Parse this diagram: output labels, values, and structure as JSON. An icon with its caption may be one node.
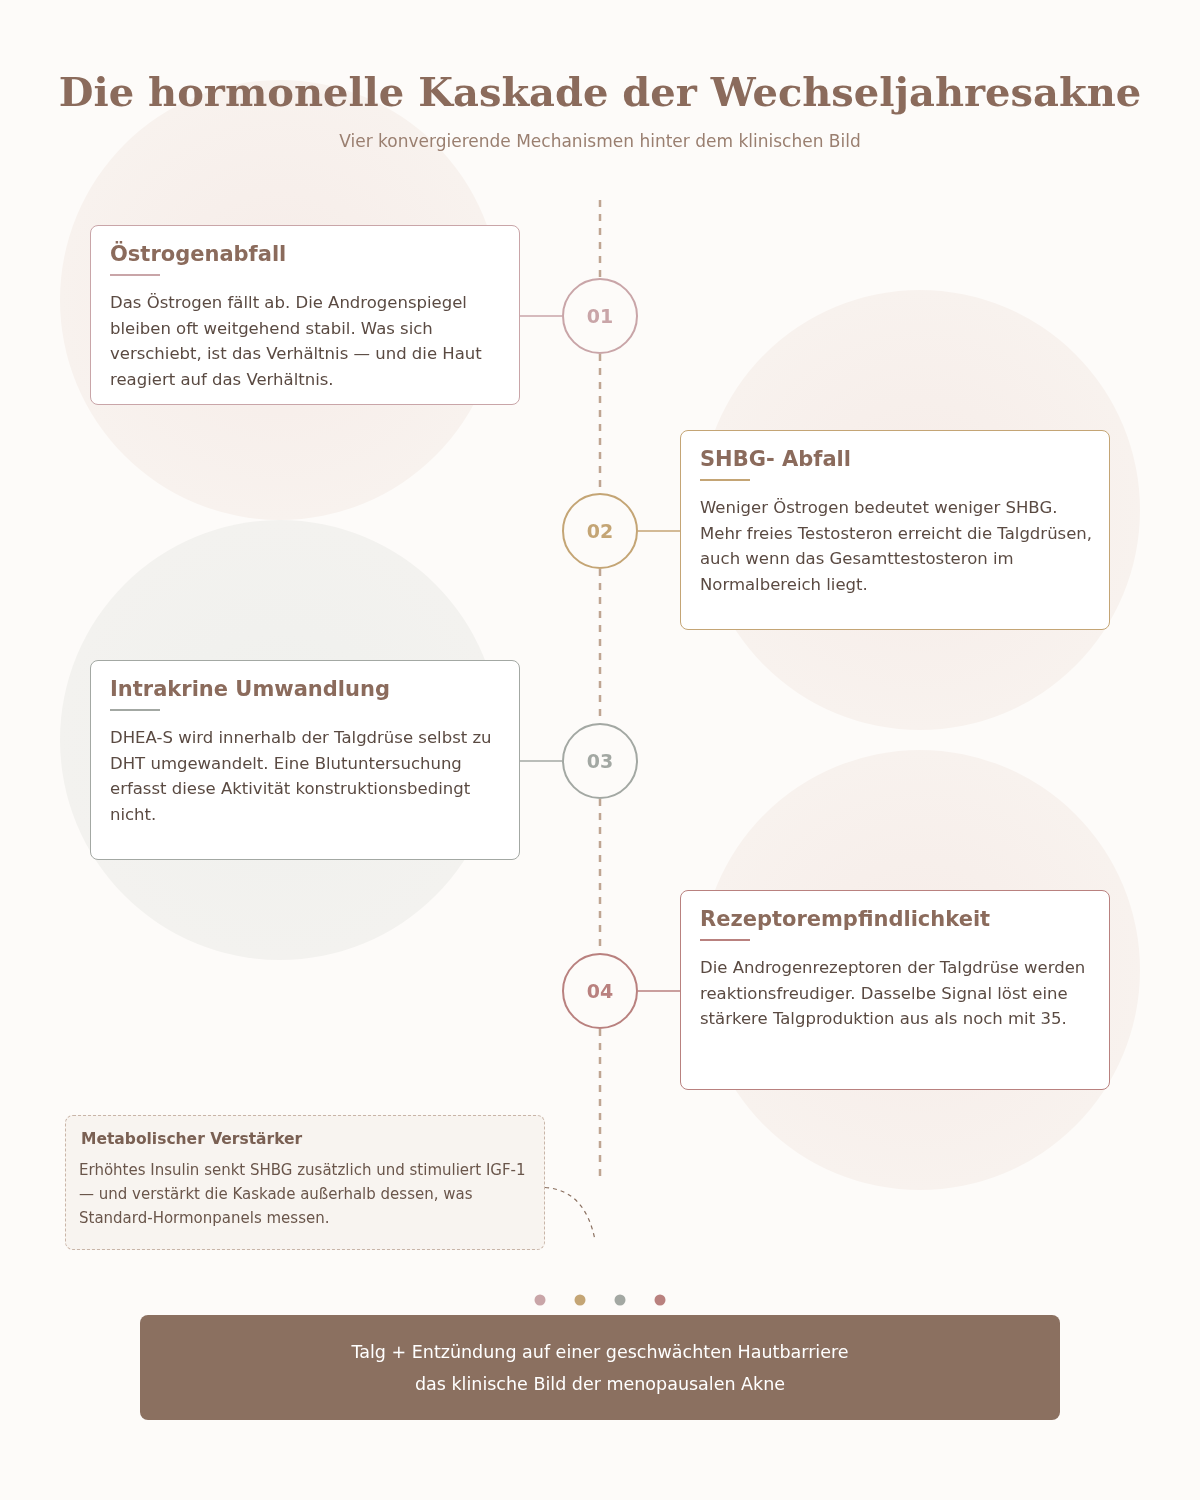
{
  "diagram": {
    "title": "Die hormonelle Kaskade der Wechseljahresakne",
    "caption": "Vier konvergierende Mechanismen hinter dem klinischen Bild",
    "nodes": [
      {
        "text": [
          "Östrogenabfall",
          "Das Östrogen fällt ab. Die Androgenspiegel bleiben oft weitgehend stabil. Was sich verschiebt, ist das Verhältnis — und die Haut reagiert auf das Verhältnis."
        ]
      },
      {
        "text": [
          "01"
        ]
      },
      {
        "text": [
          "SHBG- Abfall",
          "Weniger Östrogen bedeutet weniger SHBG. Mehr freies Testosteron erreicht die Talgdrüsen, auch wenn das Gesamttestosteron im Normalbereich liegt."
        ]
      },
      {
        "text": [
          "02"
        ]
      },
      {
        "text": [
          "Intrakrine Umwandlung",
          "DHEA-S wird innerhalb der Talgdrüse selbst zu DHT umgewandelt. Eine Blutuntersuchung erfasst diese Aktivität konstruktionsbedingt nicht."
        ]
      },
      {
        "text": [
          "03"
        ]
      },
      {
        "text": [
          "Rezeptorempfindlichkeit",
          "Die Androgenrezeptoren der Talgdrüse werden reaktionsfreudiger. Dasselbe Signal löst eine stärkere Talgproduktion aus als noch mit 35."
        ]
      },
      {
        "text": [
          "04"
        ]
      },
      {
        "text": [
          "Metabolischer Verstärker",
          "Erhöhtes Insulin senkt SHBG zusätzlich und stimuliert IGF-1 — und verstärkt die Kaskade außerhalb dessen, was Standard-Hormonpanels messen."
        ]
      },
      {
        "text": [
          "Talg + Entzündung auf einer geschwächten Hautbarriere",
          "das klinische Bild der menopausalen Akne"
        ]
      }
    ],
    "edges": [
      {
        "from": 0,
        "to": 1,
        "arrow": "none",
        "color": "#c9a5a8"
      },
      {
        "from": 3,
        "to": 2,
        "arrow": "none",
        "color": "#c4a575"
      },
      {
        "from": 5,
        "to": 4,
        "arrow": "none",
        "color": "#a3a8a3"
      },
      {
        "from": 7,
        "to": 6,
        "arrow": "none",
        "color": "#b9817f"
      },
      {
        "from": 1,
        "to": 3,
        "arrow": "none",
        "style": "dashed",
        "color": "#bfa592"
      },
      {
        "from": 3,
        "to": 5,
        "arrow": "none",
        "style": "dashed",
        "color": "#bfa592"
      },
      {
        "from": 5,
        "to": 7,
        "arrow": "none",
        "style": "dashed",
        "color": "#bfa592"
      },
      {
        "from": 8,
        "to": null,
        "arrow": "none",
        "style": "dashed",
        "color": "#8b7060"
      }
    ]
  }
}
